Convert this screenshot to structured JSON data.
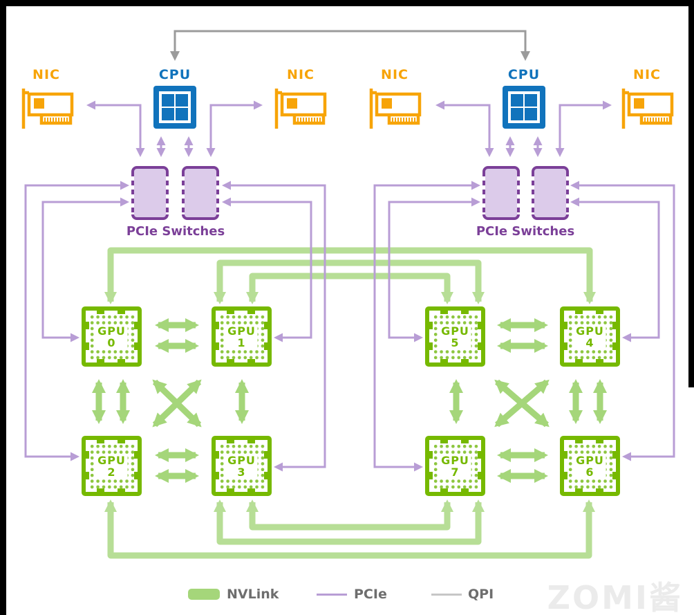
{
  "nodes": {
    "nic_labels": [
      "NIC",
      "NIC",
      "NIC",
      "NIC"
    ],
    "cpu_labels": [
      "CPU",
      "CPU"
    ],
    "switch_labels": [
      "PCIe Switches",
      "PCIe Switches"
    ],
    "gpus": [
      {
        "name": "GPU",
        "num": "0"
      },
      {
        "name": "GPU",
        "num": "1"
      },
      {
        "name": "GPU",
        "num": "2"
      },
      {
        "name": "GPU",
        "num": "3"
      },
      {
        "name": "GPU",
        "num": "5"
      },
      {
        "name": "GPU",
        "num": "4"
      },
      {
        "name": "GPU",
        "num": "7"
      },
      {
        "name": "GPU",
        "num": "6"
      }
    ]
  },
  "legend": {
    "items": [
      {
        "label": "NVLink",
        "color": "#A5D67A",
        "style": "thick-bar"
      },
      {
        "label": "PCIe",
        "color": "#B89DD5",
        "style": "thin-line"
      },
      {
        "label": "QPI",
        "color": "#C6C6C6",
        "style": "thin-line"
      }
    ]
  },
  "watermark": {
    "text": "ZOMI酱"
  },
  "colors": {
    "nic_orange": "#F7A408",
    "cpu_blue": "#1173BC",
    "pcie_purple": "#B89DD5",
    "switch_purple": "#7B3F98",
    "nvidia_green": "#76B900",
    "nvlink_green": "#A5D67A",
    "qpi_gray": "#9B9B9B"
  },
  "connections": {
    "qpi": [
      [
        "CPU0",
        "CPU1"
      ]
    ],
    "pcie": [
      [
        "NIC0",
        "Switch0"
      ],
      [
        "CPU0",
        "Switch0"
      ],
      [
        "CPU0",
        "Switch1"
      ],
      [
        "NIC1",
        "Switch1"
      ],
      [
        "Switch0",
        "GPU0"
      ],
      [
        "Switch0",
        "GPU2"
      ],
      [
        "Switch1",
        "GPU1"
      ],
      [
        "Switch1",
        "GPU3"
      ],
      [
        "NIC2",
        "Switch2"
      ],
      [
        "CPU1",
        "Switch2"
      ],
      [
        "CPU1",
        "Switch3"
      ],
      [
        "NIC3",
        "Switch3"
      ],
      [
        "Switch2",
        "GPU5"
      ],
      [
        "Switch2",
        "GPU7"
      ],
      [
        "Switch3",
        "GPU4"
      ],
      [
        "Switch3",
        "GPU6"
      ]
    ],
    "nvlink": [
      [
        "GPU0",
        "GPU1",
        2
      ],
      [
        "GPU2",
        "GPU3",
        2
      ],
      [
        "GPU0",
        "GPU2",
        2
      ],
      [
        "GPU1",
        "GPU3",
        1
      ],
      [
        "GPU0",
        "GPU3",
        1
      ],
      [
        "GPU1",
        "GPU2",
        1
      ],
      [
        "GPU5",
        "GPU4",
        2
      ],
      [
        "GPU7",
        "GPU6",
        2
      ],
      [
        "GPU5",
        "GPU7",
        1
      ],
      [
        "GPU4",
        "GPU6",
        2
      ],
      [
        "GPU5",
        "GPU6",
        1
      ],
      [
        "GPU4",
        "GPU7",
        1
      ],
      [
        "GPU0",
        "GPU4",
        1
      ],
      [
        "GPU1",
        "GPU5",
        2
      ],
      [
        "GPU2",
        "GPU6",
        1
      ],
      [
        "GPU3",
        "GPU7",
        2
      ]
    ]
  }
}
